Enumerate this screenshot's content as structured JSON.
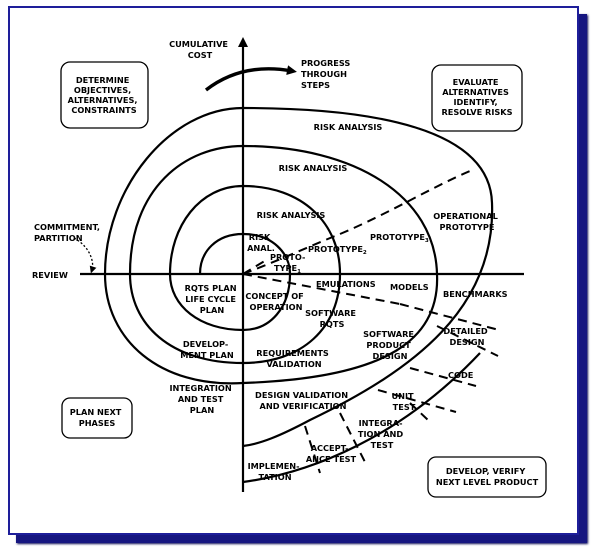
{
  "corner_boxes": {
    "top_left": [
      "DETERMINE",
      "OBJECTIVES,",
      "ALTERNATIVES,",
      "CONSTRAINTS"
    ],
    "top_right": [
      "EVALUATE",
      "ALTERNATIVES",
      "IDENTIFY,",
      "RESOLVE RISKS"
    ],
    "bottom_left": [
      "PLAN NEXT",
      "PHASES"
    ],
    "bottom_right": [
      "DEVELOP, VERIFY",
      "NEXT LEVEL PRODUCT"
    ]
  },
  "axes": {
    "y_label": [
      "CUMULATIVE",
      "COST"
    ],
    "progress": [
      "PROGRESS",
      "THROUGH",
      "STEPS"
    ],
    "review": "REVIEW",
    "commitment": [
      "COMMITMENT,",
      "PARTITION"
    ]
  },
  "risk_analysis": {
    "outer": "RISK ANALYSIS",
    "second": "RISK ANALYSIS",
    "third": "RISK ANALYSIS",
    "inner": [
      "RISK",
      "ANAL."
    ]
  },
  "prototypes": {
    "p1": [
      "PROTO-",
      "TYPE"
    ],
    "p1_sub": "1",
    "p2": "PROTOTYPE",
    "p2_sub": "2",
    "p3": "PROTOTYPE",
    "p3_sub": "3",
    "operational": [
      "OPERATIONAL",
      "PROTOTYPE"
    ]
  },
  "lower_labels": {
    "emulations": "EMULATIONS",
    "models": "MODELS",
    "benchmarks": "BENCHMARKS",
    "rqts_plan": [
      "RQTS PLAN",
      "LIFE CYCLE",
      "PLAN"
    ],
    "concept": [
      "CONCEPT OF",
      "OPERATION"
    ],
    "software_rqts": [
      "SOFTWARE",
      "RQTS"
    ],
    "software_product_design": [
      "SOFTWARE",
      "PRODUCT",
      "DESIGN"
    ],
    "detailed_design": [
      "DETAILED",
      "DESIGN"
    ],
    "development_plan": [
      "DEVELOP-",
      "MENT PLAN"
    ],
    "requirements_validation": [
      "REQUIREMENTS",
      "VALIDATION"
    ],
    "code": "CODE",
    "unit_test": [
      "UNIT",
      "TEST"
    ],
    "integration_test_plan": [
      "INTEGRATION",
      "AND TEST",
      "PLAN"
    ],
    "design_vv": [
      "DESIGN VALIDATION",
      "AND VERIFICATION"
    ],
    "integration_test": [
      "INTEGRA-",
      "TION AND",
      "TEST"
    ],
    "acceptance_test": [
      "ACCEPT-",
      "ANCE TEST"
    ],
    "implementation": [
      "IMPLEMEN-",
      "TATION"
    ]
  }
}
